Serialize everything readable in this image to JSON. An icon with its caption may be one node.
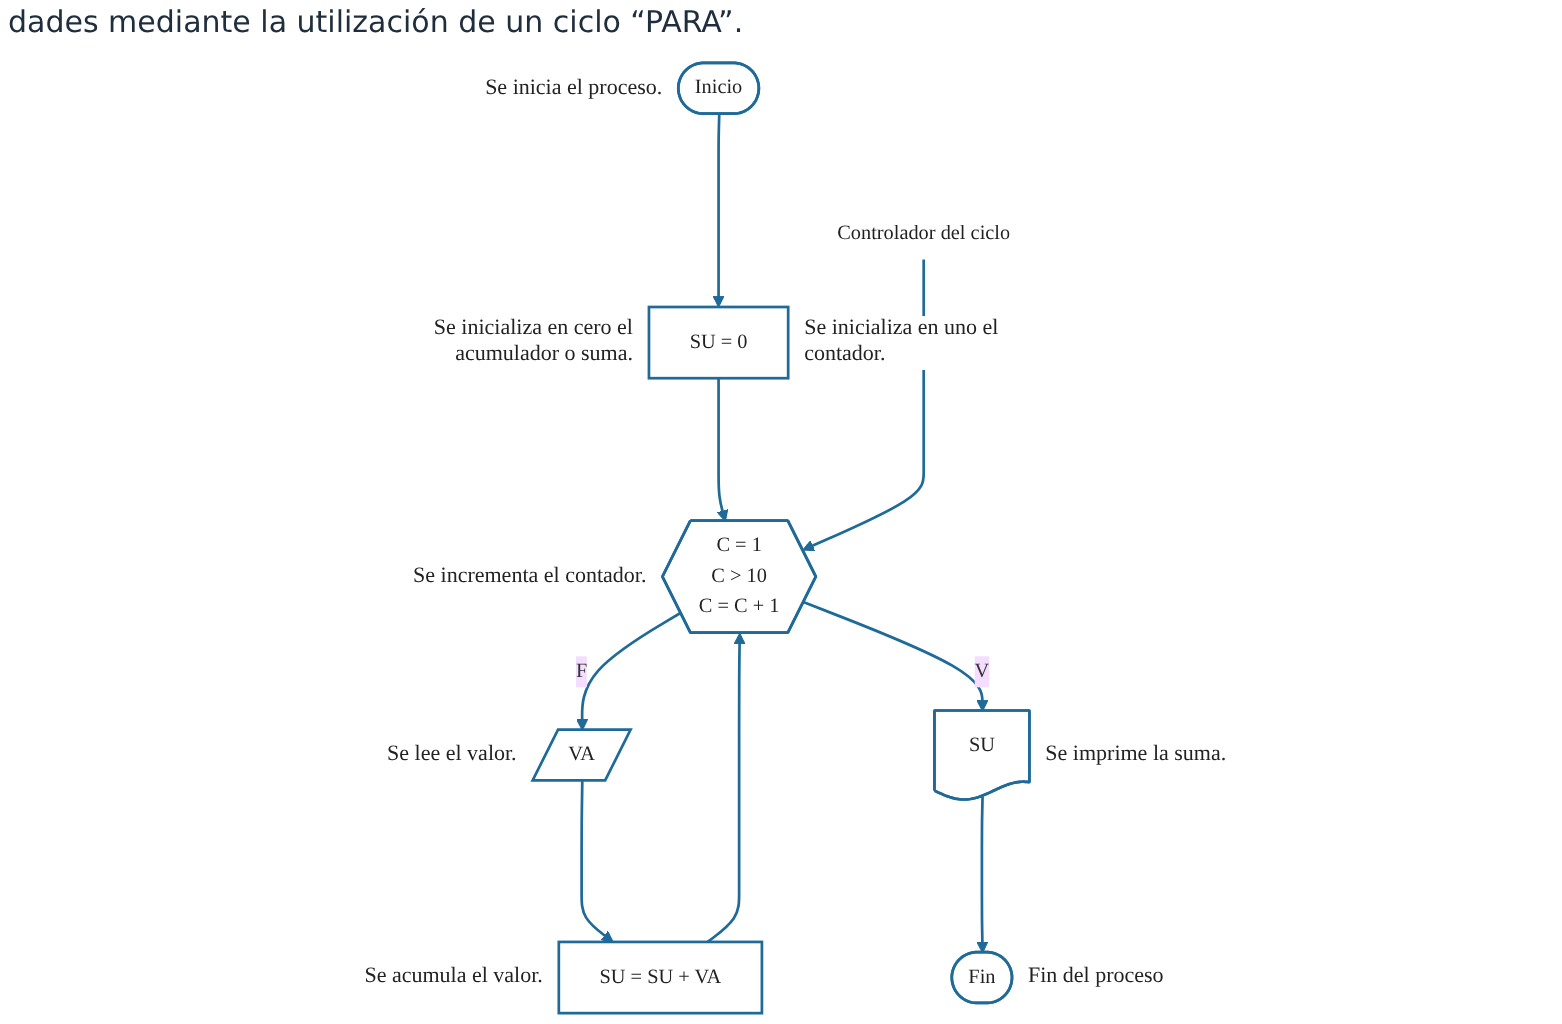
{
  "diagram": {
    "nodes": [
      {
        "text": [
          "Inicio"
        ],
        "beside": [
          "Se inicia el proceso."
        ]
      },
      {
        "text": [
          "SU = 0"
        ],
        "beside": [
          "Se inicializa en cero el acumulador o suma.",
          "Se inicializa en uno el contador."
        ]
      },
      {
        "text": [
          "C = 1",
          "C > 10",
          "C = C + 1"
        ],
        "beside": [
          "Se incrementa el contador."
        ]
      },
      {
        "text": [
          "Controlador del ciclo"
        ]
      },
      {
        "text": [
          "SU"
        ],
        "beside": [
          "Se imprime la suma."
        ]
      },
      {
        "text": [
          "Fin"
        ],
        "beside": [
          "Fin del proceso"
        ]
      },
      {
        "text": [
          "VA"
        ],
        "beside": [
          "Se lee el valor."
        ]
      },
      {
        "text": [
          "SU = SU + VA"
        ],
        "beside": [
          "Se acumula el valor."
        ]
      }
    ],
    "edges": [
      {
        "from": 0,
        "to": 1,
        "arrow": "to"
      },
      {
        "from": 1,
        "to": 2,
        "arrow": "to"
      },
      {
        "from": 3,
        "to": 2,
        "arrow": "to"
      },
      {
        "from": 2,
        "to": 6,
        "label": "F",
        "arrow": "to"
      },
      {
        "from": 2,
        "to": 4,
        "label": "V",
        "arrow": "to"
      },
      {
        "from": 6,
        "to": 7,
        "arrow": "to"
      },
      {
        "from": 7,
        "to": 2,
        "arrow": "to"
      },
      {
        "from": 4,
        "to": 5,
        "arrow": "to"
      }
    ],
    "labels": [
      "dades mediante la utilización de un ciclo “PARA”."
    ]
  }
}
